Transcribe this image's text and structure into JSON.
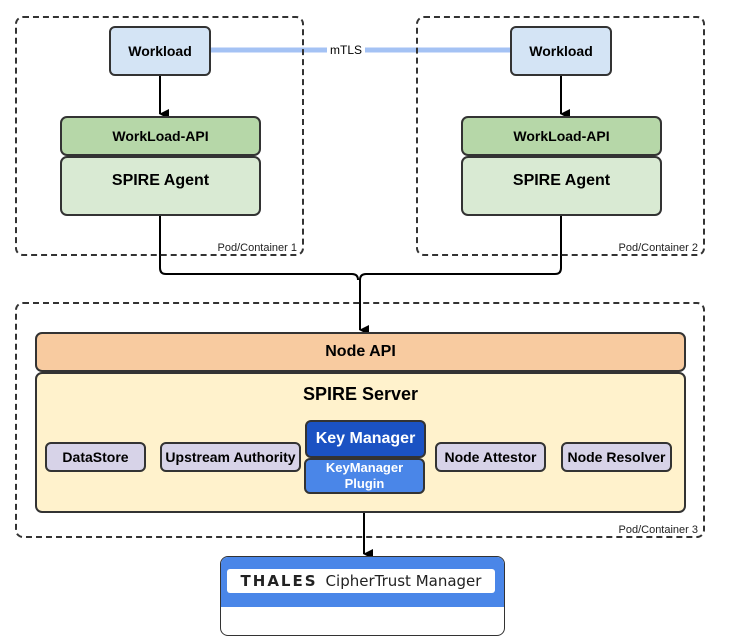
{
  "pods": [
    {
      "label": "Pod/Container 1"
    },
    {
      "label": "Pod/Container 2"
    },
    {
      "label": "Pod/Container 3"
    }
  ],
  "left": {
    "workload": "Workload",
    "workload_api": "WorkLoad-API",
    "agent": "SPIRE Agent"
  },
  "right": {
    "workload": "Workload",
    "workload_api": "WorkLoad-API",
    "agent": "SPIRE Agent"
  },
  "link": {
    "label": "mTLS"
  },
  "server": {
    "node_api": "Node API",
    "title": "SPIRE Server",
    "plugins": {
      "datastore": "DataStore",
      "upstream": "Upstream Authority",
      "key_manager": "Key Manager",
      "keymanager_plugin": "KeyManager Plugin",
      "node_attestor": "Node Attestor",
      "node_resolver": "Node Resolver"
    }
  },
  "external": {
    "brand": "THALES",
    "product": "CipherTrust Manager"
  },
  "colors": {
    "workload": "#d4e4f5",
    "workload_api": "#b6d7a8",
    "agent": "#d9ead3",
    "node_api": "#f8cba0",
    "server": "#fff2cc",
    "plugin": "#d7d3e8",
    "key_manager": "#1b52c3",
    "keymanager_plugin": "#4a86e8",
    "mtls_link": "#a4c2f4"
  }
}
